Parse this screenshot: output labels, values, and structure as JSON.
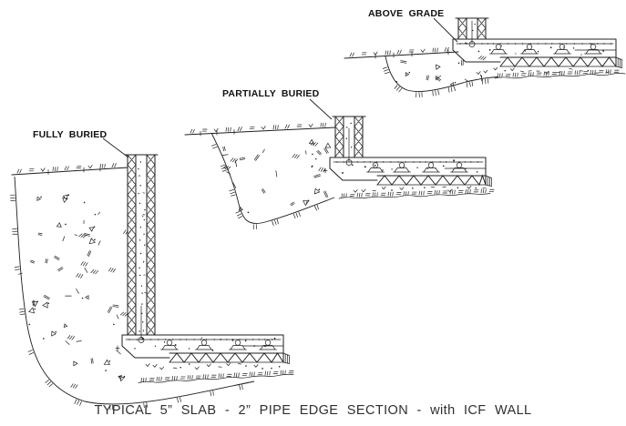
{
  "diagram": {
    "caption": "TYPICAL 5” SLAB - 2” PIPE EDGE SECTION - with ICF WALL",
    "labels": {
      "fully_buried": "FULLY BURIED",
      "partially_buried": "PARTIALLY BURIED",
      "above_grade": "ABOVE GRADE"
    },
    "colors": {
      "line": "#1f1f1f",
      "background": "#ffffff",
      "label_text": "#111111",
      "caption_text": "#2f2f2f"
    }
  }
}
